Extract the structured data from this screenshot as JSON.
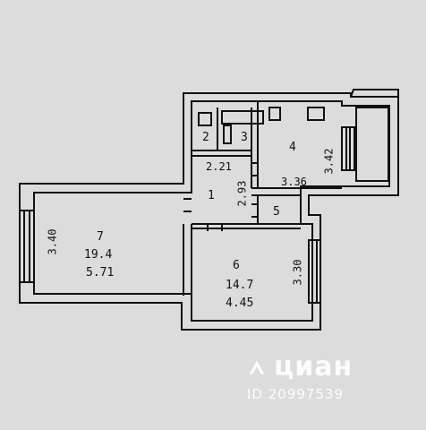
{
  "plan": {
    "rooms": [
      {
        "id": "1",
        "number": "1"
      },
      {
        "id": "2",
        "number": "2"
      },
      {
        "id": "3",
        "number": "3"
      },
      {
        "id": "4",
        "number": "4",
        "width": "3.36",
        "depth": "3.42"
      },
      {
        "id": "5",
        "number": "5"
      },
      {
        "id": "6",
        "number": "6",
        "area": "14.7",
        "width": "4.45",
        "depth": "3.30"
      },
      {
        "id": "7",
        "number": "7",
        "area": "19.4",
        "width": "5.71",
        "depth": "3.40"
      }
    ],
    "corridor": {
      "width": "2.21",
      "depth": "2.93"
    }
  },
  "watermark": {
    "brand": "циан",
    "id_text": "ID 20997539",
    "icon": "home-icon"
  },
  "colors": {
    "paper": "#dcdcdc",
    "wall": "#111111",
    "watermark": "#ffffff"
  }
}
